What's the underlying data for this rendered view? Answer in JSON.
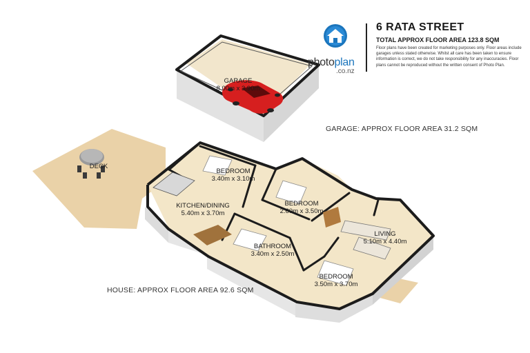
{
  "header": {
    "address": "6 RATA STREET",
    "total_area": "TOTAL APPROX FLOOR AREA 123.8 SQM",
    "disclaimer": "Floor plans have been created for marketing purposes only. Floor areas include garages unless stated otherwise. Whilst all care has been taken to ensure information is correct, we do not take responsibility for any inaccuracies. Floor plans cannot be reproduced without the written consent of Photo Plan."
  },
  "logo": {
    "word_main": "photo",
    "word_accent": "plan",
    "sub": ".co.nz",
    "icon": "house-icon"
  },
  "garage": {
    "name": "GARAGE",
    "dims": "8.00m x 3.90m",
    "area": "GARAGE: APPROX FLOOR AREA 31.2 SQM"
  },
  "house": {
    "area": "HOUSE: APPROX FLOOR AREA 92.6 SQM",
    "deck": "DECK",
    "rooms": [
      {
        "name": "BEDROOM",
        "dims": "3.40m x 3.10m"
      },
      {
        "name": "KITCHEN/DINING",
        "dims": "5.40m x 3.70m"
      },
      {
        "name": "BEDROOM",
        "dims": "2.60m x 3.50m"
      },
      {
        "name": "LIVING",
        "dims": "5.10m x 4.40m"
      },
      {
        "name": "BATHROOM",
        "dims": "3.40m x 2.50m"
      },
      {
        "name": "BEDROOM",
        "dims": "3.50m x 3.70m"
      }
    ]
  },
  "colors": {
    "floor": "#f3e6c8",
    "deck": "#ead2a8",
    "wall": "#1c1c1c",
    "wall_side": "#e4e4e4",
    "car": "#d61f1f",
    "brand_blue": "#1b75bc"
  }
}
